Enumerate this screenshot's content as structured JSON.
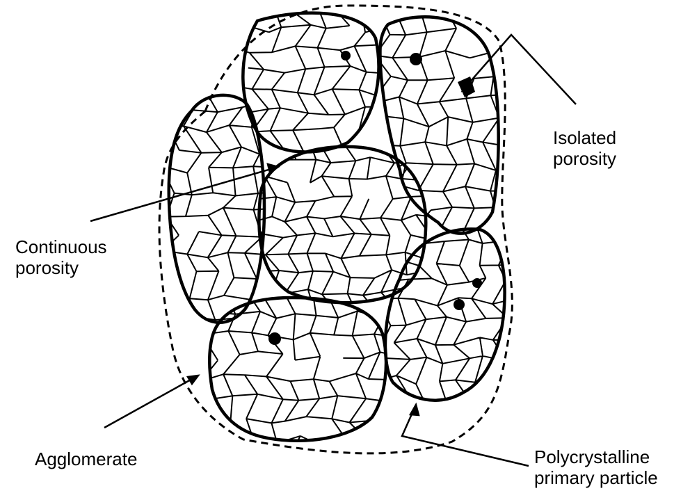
{
  "labels": {
    "isolated_porosity": [
      "Isolated",
      "porosity"
    ],
    "continuous_porosity": [
      "Continuous",
      "porosity"
    ],
    "agglomerate": "Agglomerate",
    "primary_particle": [
      "Polycrystalline",
      "primary particle"
    ]
  },
  "colors": {
    "ink": "#000000",
    "paper": "#ffffff"
  }
}
